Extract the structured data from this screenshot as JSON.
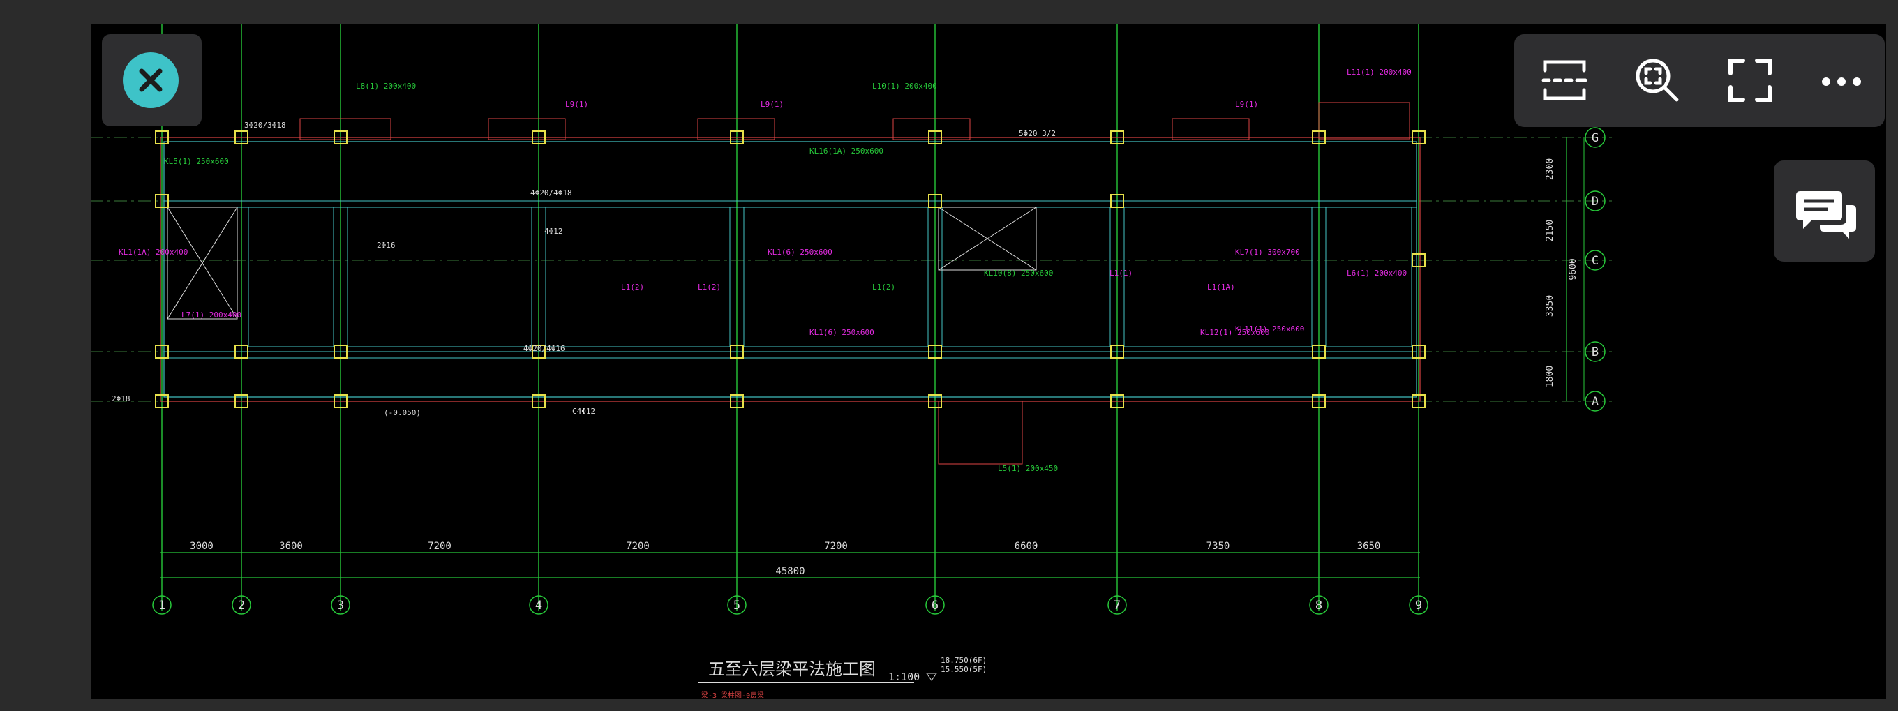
{
  "window": {
    "background": "#2b2b2b",
    "canvas_background": "#000000"
  },
  "close_button": {
    "icon": "close-icon",
    "color": "#3ec3c8"
  },
  "toolbar": {
    "buttons": [
      {
        "icon": "scan-icon",
        "label": ""
      },
      {
        "icon": "zoom-search-icon",
        "label": ""
      },
      {
        "icon": "fullscreen-icon",
        "label": ""
      },
      {
        "icon": "more-icon",
        "label": ""
      }
    ]
  },
  "chat_button": {
    "icon": "chat-bubbles-icon"
  },
  "drawing": {
    "title": "五至六层梁平法施工图",
    "scale": "1:100",
    "elevation_1": "18.750(6F)",
    "elevation_2": "15.550(5F)",
    "note": "梁-3 梁柱图-0层梁",
    "column_axes": [
      "1",
      "2",
      "3",
      "4",
      "5",
      "6",
      "7",
      "8",
      "9"
    ],
    "row_axes": [
      "G",
      "D",
      "C",
      "B",
      "A"
    ],
    "bay_dimensions": [
      "3000",
      "3600",
      "7200",
      "7200",
      "7200",
      "6600",
      "7350",
      "3650"
    ],
    "total_dimension": "45800",
    "row_dimensions": [
      "2300",
      "2150",
      "3350",
      "1800"
    ],
    "row_total": "9600",
    "beam_labels": [
      "L8(1) 200x400",
      "L9(1)",
      "L9(1)",
      "L10(1) 200x400",
      "L11(1) 200x400",
      "L9(1)",
      "KL5(1) 250x600",
      "KL1(6) 250x600",
      "KL1(6) 250x600",
      "KL10(8) 250x600",
      "KL12(1) 250x600",
      "KL11(1) 250x600",
      "KL16(1A) 250x600",
      "L7(1) 200x400",
      "L6(1) 200x400",
      "L5(1) 200x450",
      "KL1(1A) 200x400",
      "KL7(1) 300x700",
      "3Φ20/3Φ18",
      "4Φ20/4Φ18",
      "5Φ20 3/2",
      "4Φ20/4Φ16",
      "2Φ18",
      "C4Φ12",
      "(-0.050)",
      "L1(2)",
      "L1(2)",
      "L1(2)",
      "L1(1)",
      "L1(1A)",
      "2Φ16",
      "4Φ12"
    ]
  }
}
